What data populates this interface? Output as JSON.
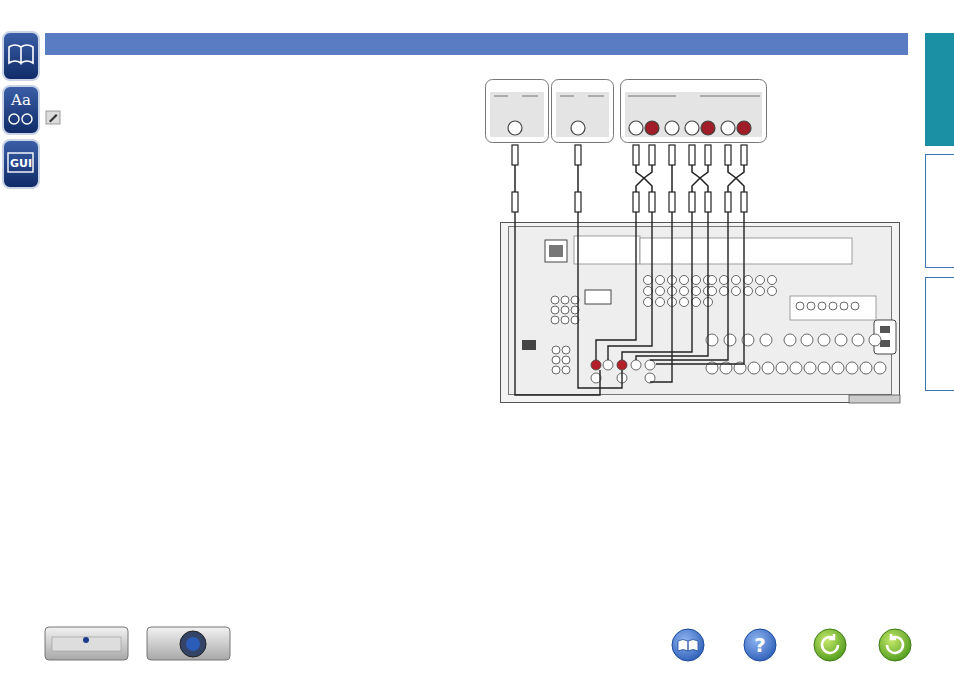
{
  "diagram": {
    "labels": [
      "Aa",
      "GUI",
      "?"
    ]
  }
}
